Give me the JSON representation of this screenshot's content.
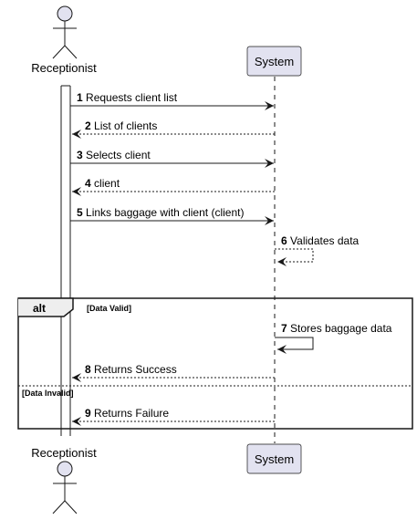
{
  "participants": {
    "receptionist": {
      "label": "Receptionist",
      "kind": "actor"
    },
    "system": {
      "label": "System",
      "kind": "participant"
    }
  },
  "messages": [
    {
      "num": "1",
      "text": "Requests client list",
      "from": "receptionist",
      "to": "system",
      "style": "solid"
    },
    {
      "num": "2",
      "text": "List of clients",
      "from": "system",
      "to": "receptionist",
      "style": "dashed"
    },
    {
      "num": "3",
      "text": "Selects client",
      "from": "receptionist",
      "to": "system",
      "style": "solid"
    },
    {
      "num": "4",
      "text": "client",
      "from": "system",
      "to": "receptionist",
      "style": "dashed"
    },
    {
      "num": "5",
      "text": "Links baggage with client (client)",
      "from": "receptionist",
      "to": "system",
      "style": "solid"
    },
    {
      "num": "6",
      "text": "Validates data",
      "from": "system",
      "to": "system",
      "style": "dashed"
    },
    {
      "num": "7",
      "text": "Stores baggage data",
      "from": "system",
      "to": "system",
      "style": "solid"
    },
    {
      "num": "8",
      "text": "Returns Success",
      "from": "system",
      "to": "receptionist",
      "style": "dashed"
    },
    {
      "num": "9",
      "text": "Returns Failure",
      "from": "system",
      "to": "receptionist",
      "style": "dashed"
    }
  ],
  "alt_frame": {
    "tag": "alt",
    "guard_1": "[Data Valid]",
    "guard_2": "[Data Invalid]"
  },
  "colors": {
    "participant_fill": "#E2E2F0",
    "participant_border": "#181818",
    "lifeline": "#181818",
    "line": "#181818"
  }
}
